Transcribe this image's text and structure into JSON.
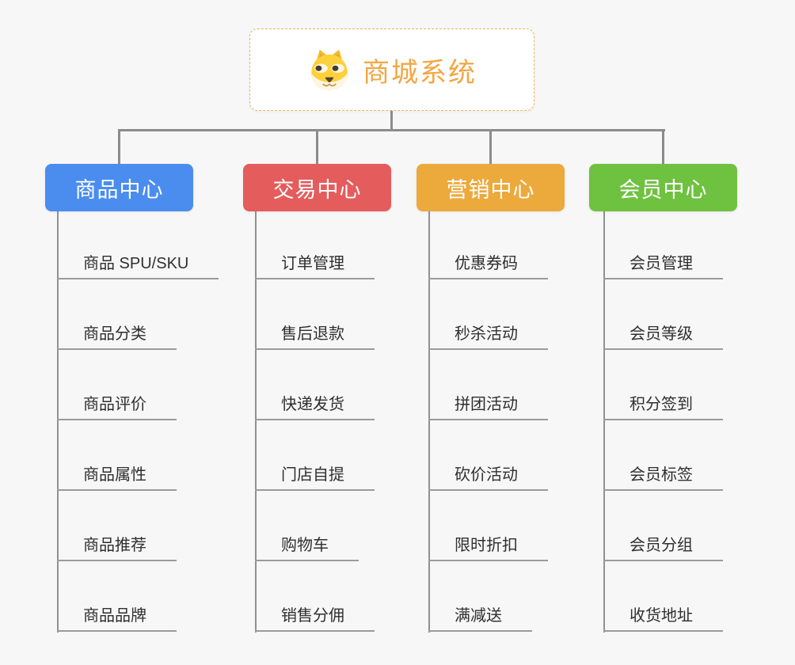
{
  "root": {
    "title": "商城系统",
    "icon": "shiba-dog-icon"
  },
  "branches": [
    {
      "label": "商品中心",
      "color": "#4A8DEE",
      "items": [
        "商品 SPU/SKU",
        "商品分类",
        "商品评价",
        "商品属性",
        "商品推荐",
        "商品品牌"
      ]
    },
    {
      "label": "交易中心",
      "color": "#E55C5C",
      "items": [
        "订单管理",
        "售后退款",
        "快递发货",
        "门店自提",
        "购物车",
        "销售分佣"
      ]
    },
    {
      "label": "营销中心",
      "color": "#ECA93C",
      "items": [
        "优惠券码",
        "秒杀活动",
        "拼团活动",
        "砍价活动",
        "限时折扣",
        "满减送"
      ]
    },
    {
      "label": "会员中心",
      "color": "#6FC140",
      "items": [
        "会员管理",
        "会员等级",
        "积分签到",
        "会员标签",
        "会员分组",
        "收货地址"
      ]
    }
  ],
  "colors": {
    "background": "#F7F7F7",
    "root_title": "#F2A642",
    "root_border": "#F2B45A",
    "connector_line": "#8C8C8C",
    "item_underline": "#9B9B9B",
    "item_text": "#2F2F2F",
    "branch_text": "#FFFFFF"
  }
}
